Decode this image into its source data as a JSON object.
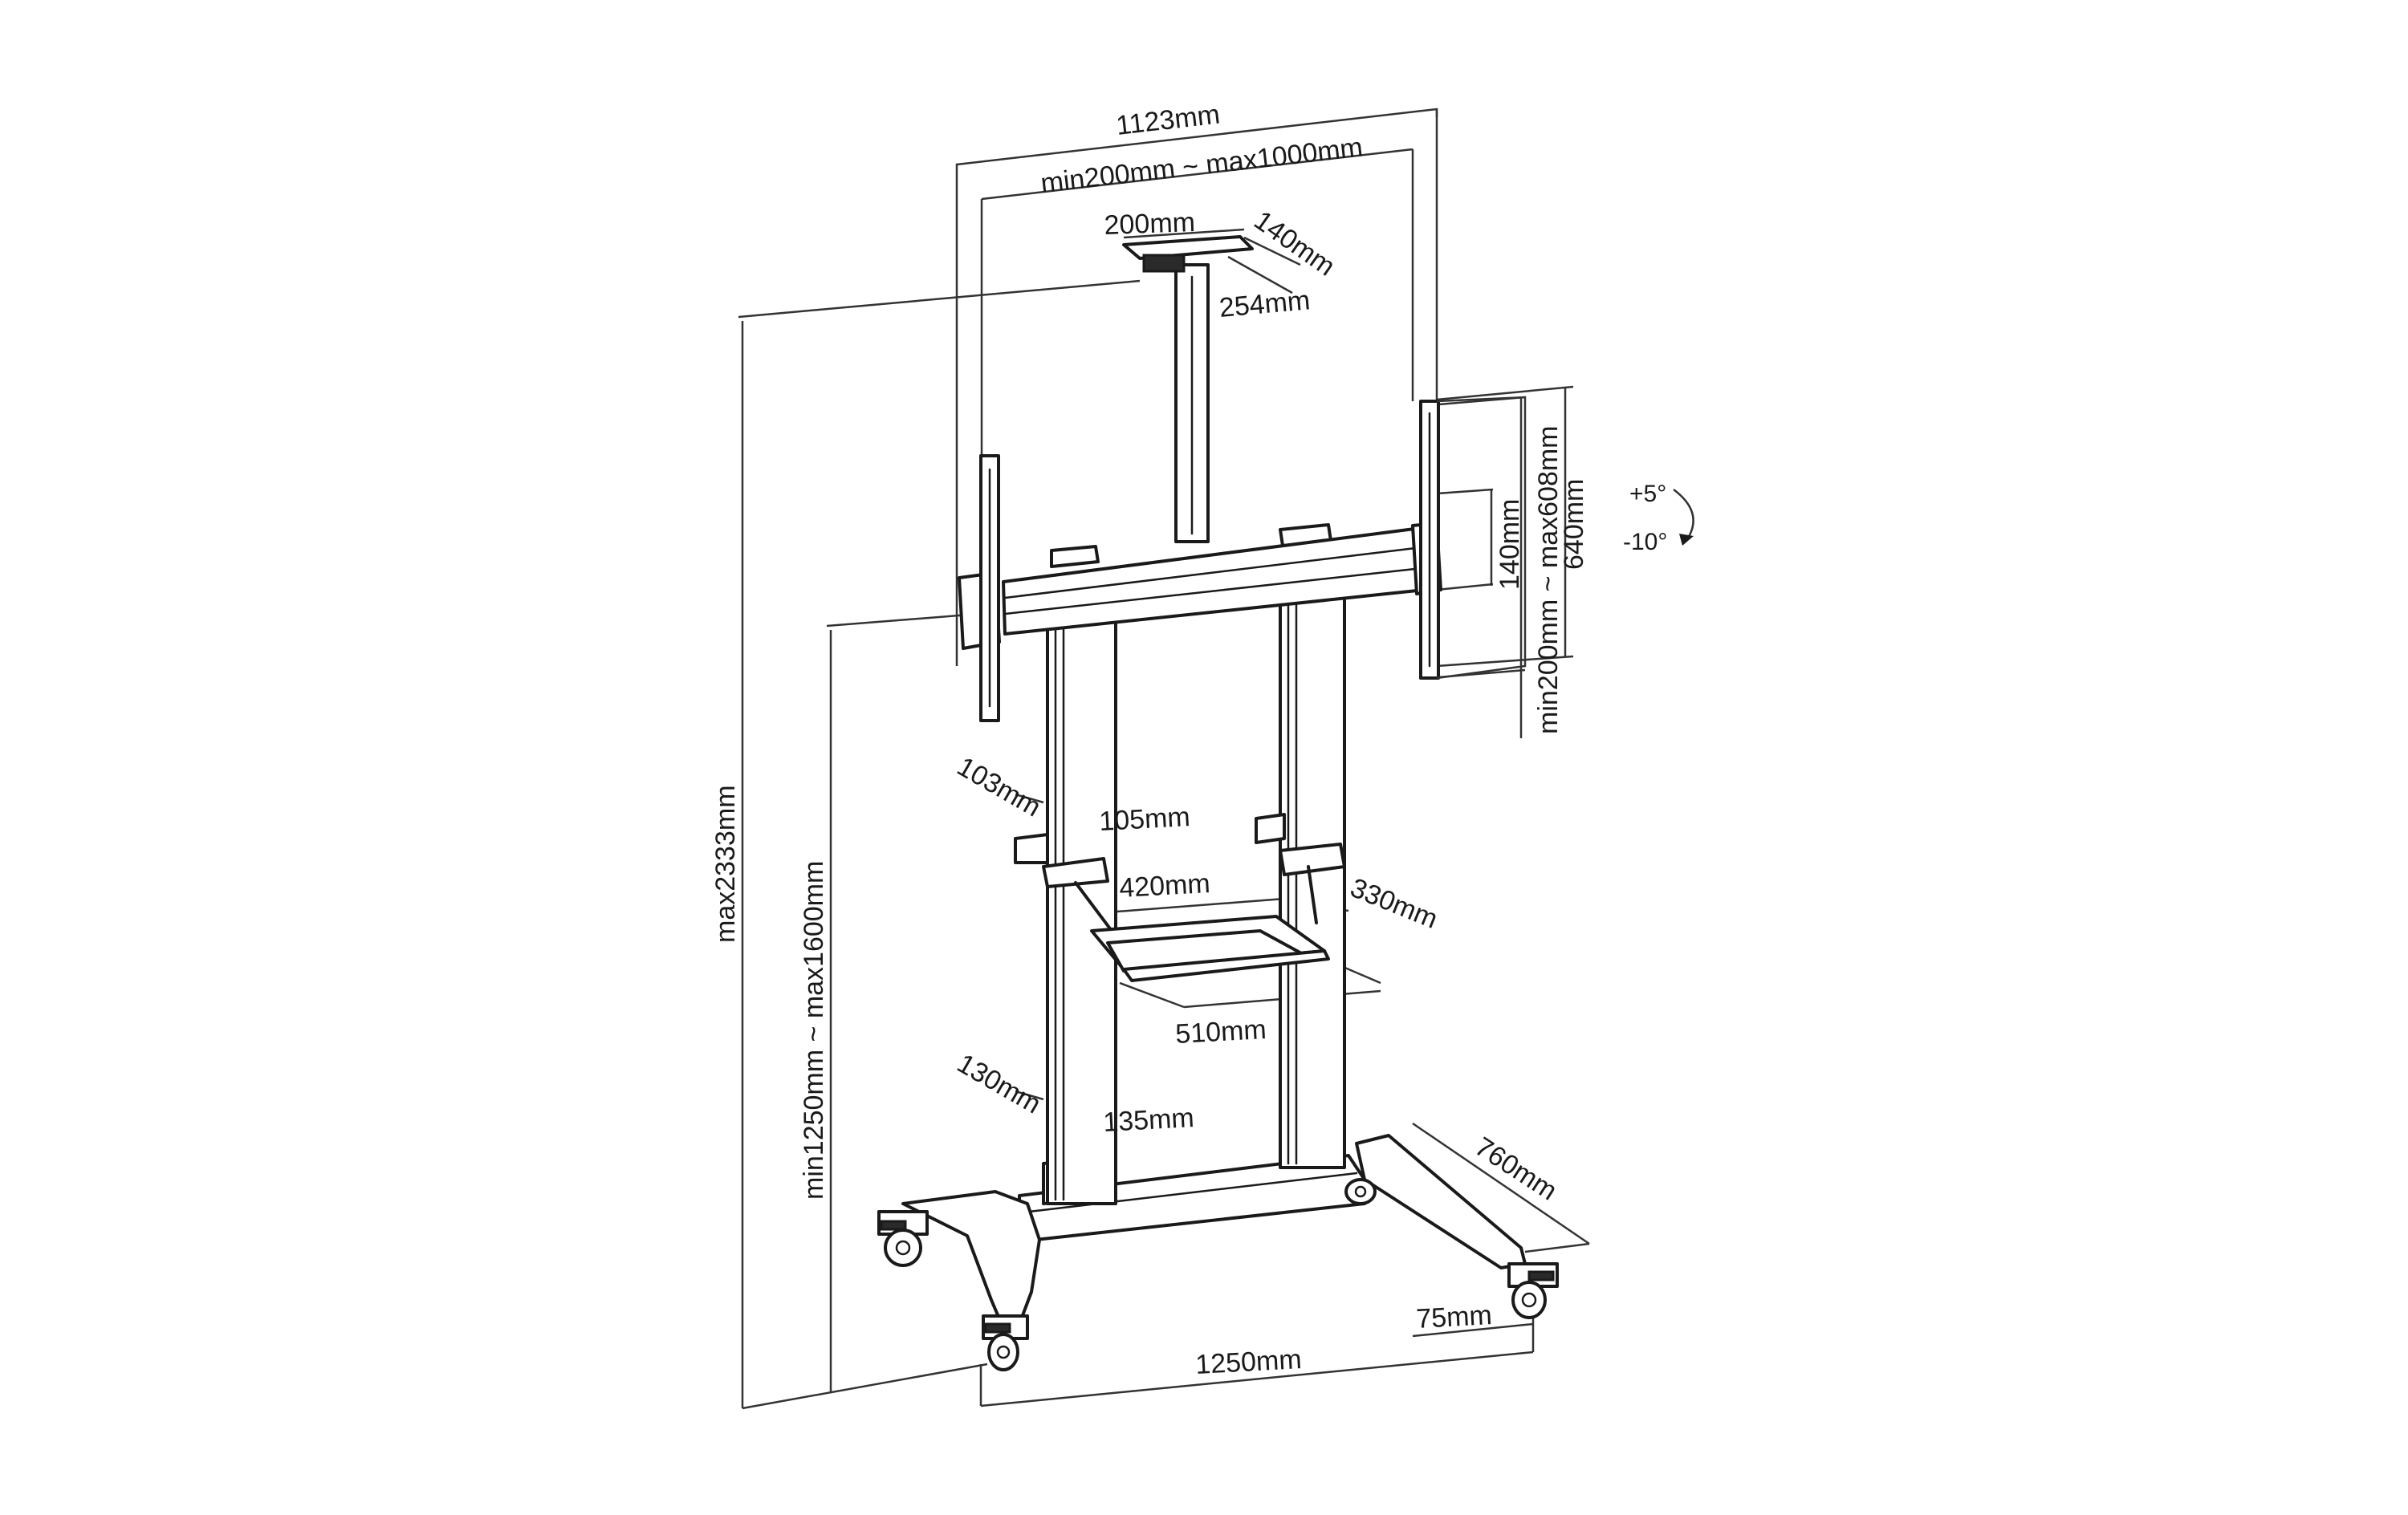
{
  "diagram": {
    "dimensions": {
      "overall_width": "1123mm",
      "vesa_range": "min200mm ~ max1000mm",
      "top_shelf_width": "200mm",
      "top_shelf_depth": "140mm",
      "top_shelf_length": "254mm",
      "bracket_height": "640mm",
      "vesa_vertical": "min200mm ~ max608mm",
      "bracket_offset": "140mm",
      "max_height": "max2333mm",
      "center_height": "min1250mm ~ max1600mm",
      "column_upper_left": "103mm",
      "column_upper_right": "105mm",
      "shelf_front": "420mm",
      "shelf_depth": "330mm",
      "shelf_back": "510mm",
      "column_lower_left": "130mm",
      "column_lower_right": "135mm",
      "base_depth": "760mm",
      "base_width": "1250mm",
      "wheel_height": "75mm"
    },
    "tilt": {
      "up": "+5°",
      "down": "-10°"
    }
  }
}
